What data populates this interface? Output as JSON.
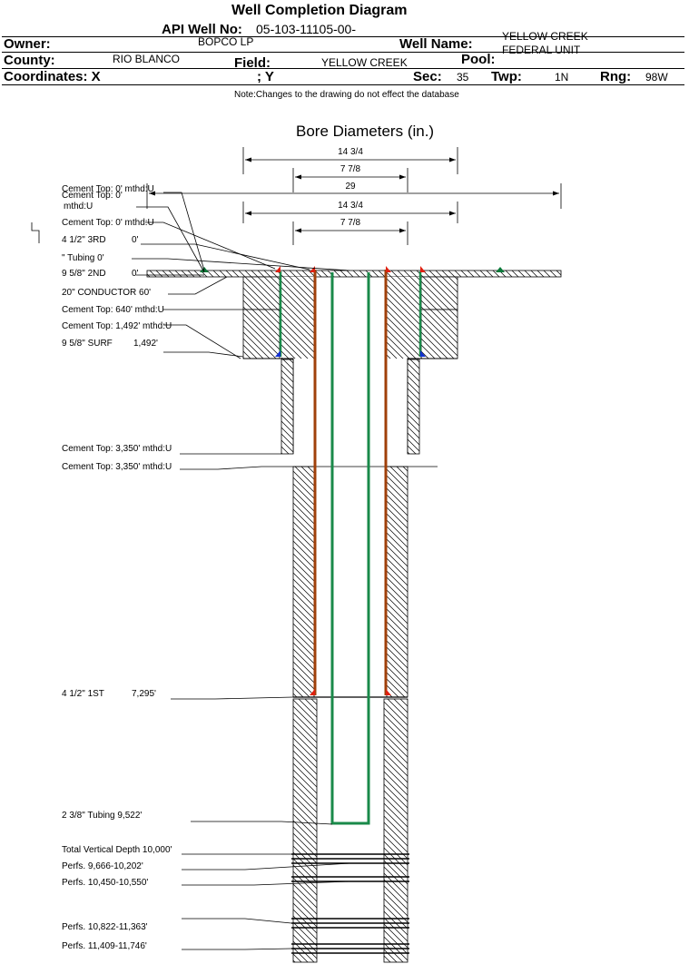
{
  "header": {
    "title": "Well Completion Diagram",
    "api_label": "API Well No:",
    "api_value": "05-103-11105-00-",
    "owner_label": "Owner:",
    "owner_value": "BOPCO LP",
    "well_name_label": "Well Name:",
    "well_name_value_1": "YELLOW CREEK",
    "well_name_value_2": "FEDERAL UNIT",
    "county_label": "County:",
    "county_value": "RIO BLANCO",
    "field_label": "Field:",
    "field_value": "YELLOW CREEK",
    "pool_label": "Pool:",
    "coord_label": "Coordinates: X",
    "coord_y_label": "; Y",
    "sec_label": "Sec:",
    "sec_value": "35",
    "twp_label": "Twp:",
    "twp_value": "1N",
    "rng_label": "Rng:",
    "rng_value": "98W",
    "note": "Note:Changes to the drawing do not effect the database"
  },
  "diagram": {
    "title": "Bore Diameters (in.)",
    "dimensions": [
      "14 3/4",
      "7 7/8",
      "29",
      "14 3/4",
      "7 7/8"
    ],
    "labels": [
      "Cement Top: 0' mthd:U",
      "Cement Top: 0'",
      "mthd:U",
      "Cement Top: 0' mthd:U",
      "4 1/2\" 3RD",
      "0'",
      "\" Tubing 0'",
      "9 5/8\" 2ND",
      "0'",
      "20\" CONDUCTOR  60'",
      "Cement Top: 640' mthd:U",
      "Cement Top: 1,492' mthd:U",
      "9 5/8\" SURF",
      "1,492'",
      "Cement Top: 3,350' mthd:U",
      "Cement Top: 3,350' mthd:U",
      "4 1/2\" 1ST",
      "7,295'",
      "2 3/8\" Tubing 9,522'",
      "Total Vertical Depth 10,000'",
      "Perfs. 9,666-10,202'",
      "Perfs. 10,450-10,550'",
      "Perfs. 10,822-11,363'",
      "Perfs. 11,409-11,746'"
    ],
    "colors": {
      "casing": "#a0400a",
      "tubing": "#1a8a4a",
      "marker_red": "#e02010",
      "marker_blue": "#1030d0",
      "marker_green": "#0a7a3a"
    }
  }
}
